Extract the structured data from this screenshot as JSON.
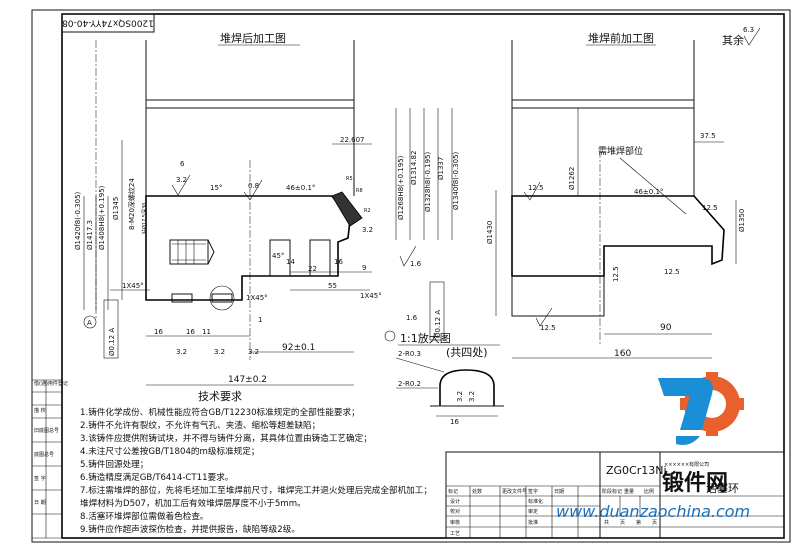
{
  "drawing_number_mirror": "1200SQx74YY-40-08",
  "view_after": "堆焊后加工图",
  "view_before": "堆焊前加工图",
  "other_roughness": "其余",
  "other_roughness_value": "6.3",
  "detail_title": "1:1放大图",
  "detail_note": "(共四处)",
  "detail_radii": [
    "2-R0.3",
    "2-R0.2"
  ],
  "datum": "A",
  "tech_title": "技术要求",
  "requirements": [
    "1.铸件化学成份、机械性能应符合GB/T12230标准规定的全部性能要求；",
    "2.铸件不允许有裂纹，不允许有气孔、夹渣、缩松等超差缺陷；",
    "3.该铸件应提供附铸试块，并不得与铸件分离，其具体位置由铸造工艺确定；",
    "4.未注尺寸公差按GB/T1804的m级标准规定；",
    "5.铸件回源处理；",
    "6.铸造精度满足GB/T6414-CT11要求。",
    "7.标注需堆焊的部位，先将毛坯加工至堆焊前尺寸，堆焊完工并退火处理后完成全部机加工；",
    "  堆焊材料为D507，机加工后有效堆焊层厚度不小于5mm。",
    "8.活塞环堆焊部位需做着色检查。",
    "9.铸件应作超声波探伤检查，并提供报告，缺陷等级2级。"
  ],
  "left_margin_labels": [
    "借(通)用件登记",
    "描    校",
    "旧底图总号",
    "底图总号",
    "签    字",
    "日    期"
  ],
  "title_block": {
    "material": "ZG0Cr13Ni",
    "company": "××××××有限公司",
    "part_name": "活塞环",
    "header_cells": [
      "标记",
      "处数",
      "更改文件号",
      "签字",
      "日期"
    ],
    "row_labels": [
      "设计",
      "校对",
      "审核",
      "工艺"
    ],
    "right_labels": [
      "标准化",
      "审定",
      "批准"
    ],
    "cols": [
      "阶段标记",
      "重量",
      "比例"
    ],
    "sheet": [
      "共",
      "页",
      "第",
      "页"
    ]
  },
  "watermark": {
    "brand": "锻件网",
    "url": "www.duanzaochina.com"
  },
  "dims_after": [
    "Ø1420f8(-0.305)",
    "Ø1417.3",
    "Ø1408H8(+0.195)",
    "Ø1345",
    "8-M20深螺纹24",
    "钻Ø17.5深30",
    "1X45°",
    "Ø0.12 A",
    "6",
    "3.2",
    "15°",
    "0.8",
    "46±0.1°",
    "22.607",
    "Ø1268H8(+0.195)",
    "Ø1314.82",
    "Ø1328h8(-0.195)",
    "Ø1337",
    "Ø1340f8(-0.305)",
    "R5",
    "R8",
    "R2",
    "3.2",
    "1.6",
    "45°",
    "22",
    "14",
    "16",
    "9",
    "55",
    "1X45°",
    "1X45°",
    "Ø0.12 A",
    "1.6",
    "1",
    "16",
    "16",
    "11",
    "3.2",
    "3.2",
    "3.2",
    "92±0.1",
    "147±0.2"
  ],
  "dims_before": [
    "12.5",
    "Ø1262",
    "需堆焊部位",
    "37.5",
    "46±0.1°",
    "12.5",
    "Ø1350",
    "Ø1430",
    "12.5",
    "12.5",
    "12.5",
    "90",
    "160"
  ]
}
